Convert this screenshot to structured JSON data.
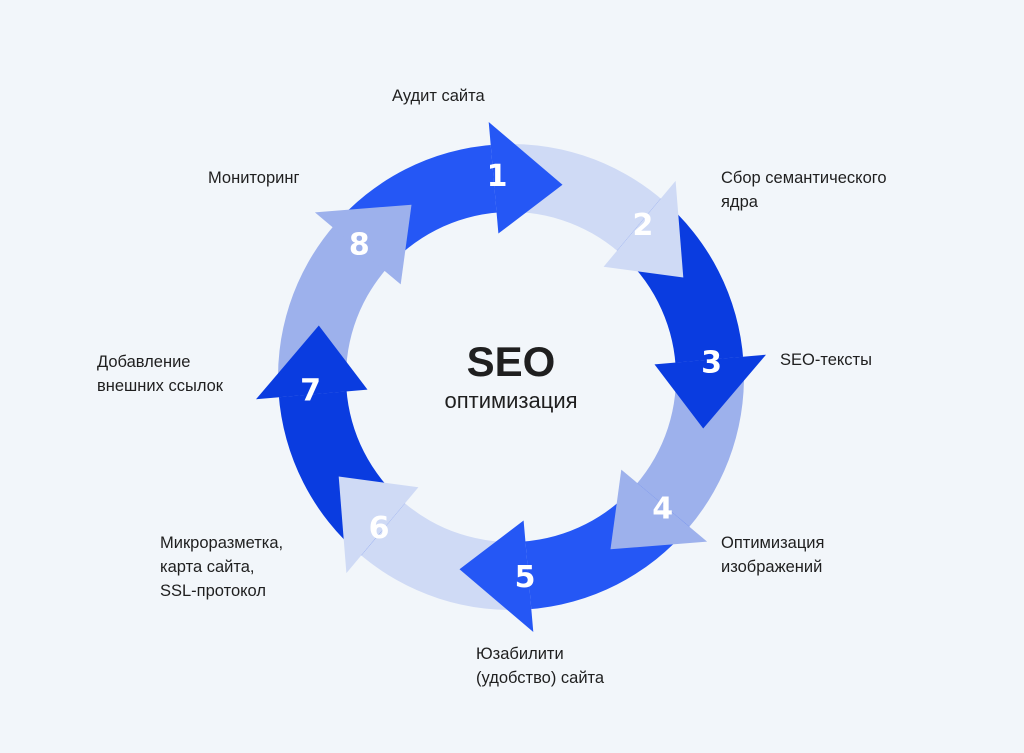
{
  "center": {
    "title": "SEO",
    "subtitle": "оптимизация"
  },
  "steps": [
    {
      "number": "1",
      "label": "Аудит сайта",
      "color": "#2557f5"
    },
    {
      "number": "2",
      "label": "Сбор семантического\nядра",
      "color": "#cfdaf5"
    },
    {
      "number": "3",
      "label": "SEO-тексты",
      "color": "#0a3ce0"
    },
    {
      "number": "4",
      "label": "Оптимизация\nизображений",
      "color": "#9db1ec"
    },
    {
      "number": "5",
      "label": "Юзабилити\n(удобство) сайта",
      "color": "#2557f5"
    },
    {
      "number": "6",
      "label": "Микроразметка,\nкарта сайта,\nSSL-протокол",
      "color": "#cfdaf5"
    },
    {
      "number": "7",
      "label": "Добавление\nвнешних ссылок",
      "color": "#0a3ce0"
    },
    {
      "number": "8",
      "label": "Мониторинг",
      "color": "#9db1ec"
    }
  ],
  "background": "#f2f6fa"
}
